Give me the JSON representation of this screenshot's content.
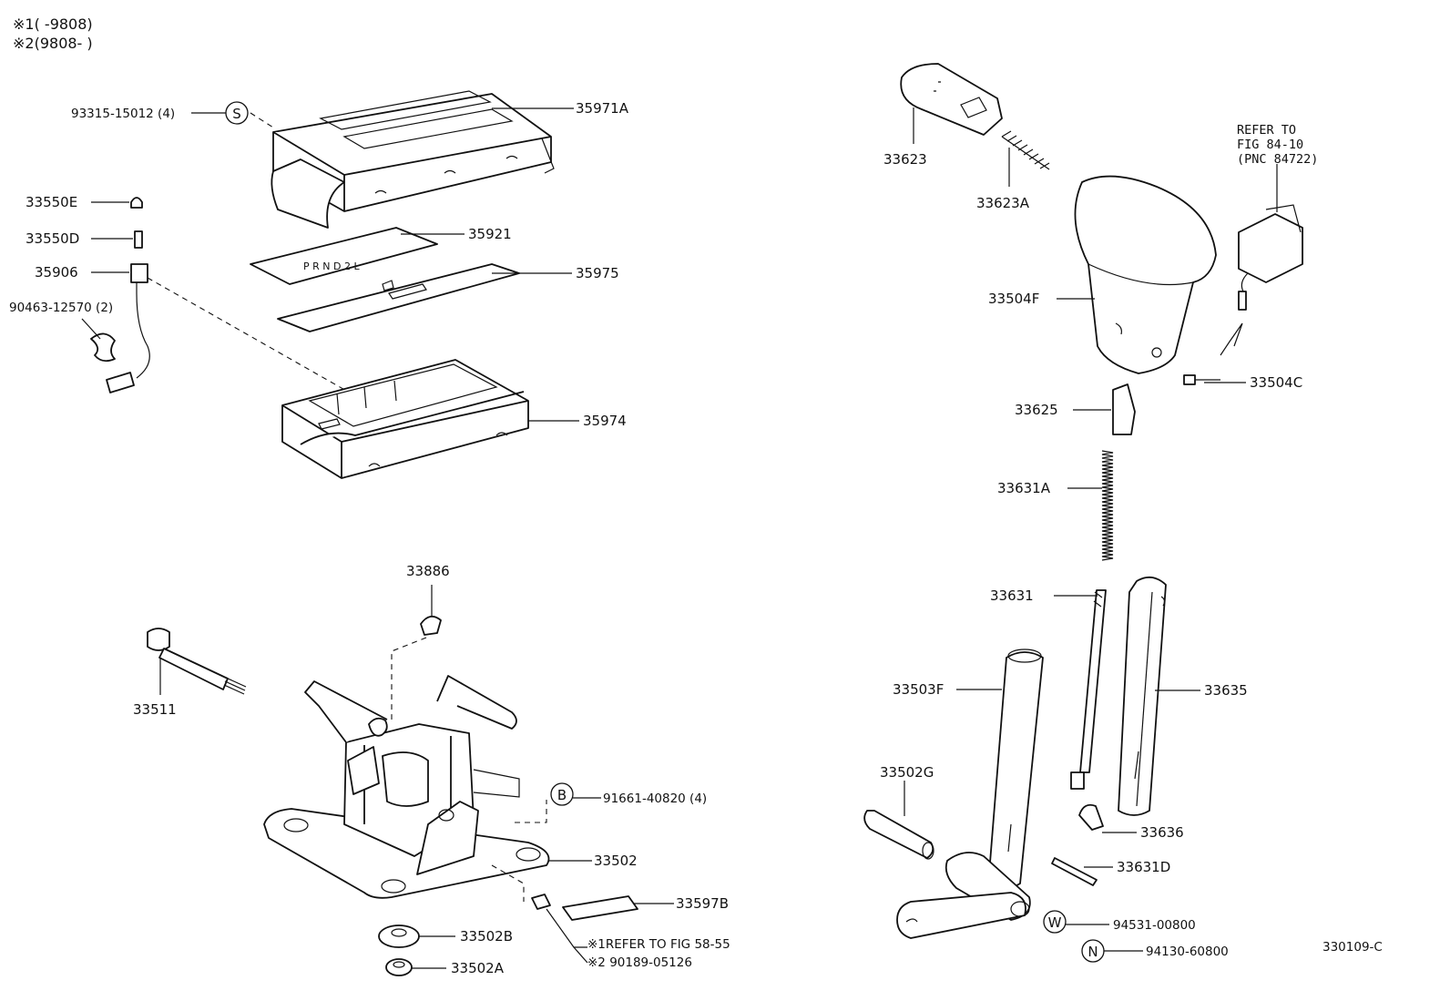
{
  "notes": {
    "note1": "※1(      -9808)",
    "note2": "※2(9808-      )"
  },
  "labels": {
    "l35971A": "35971A",
    "l93315": "93315-15012 (4)",
    "l33550E": "33550E",
    "l33550D": "33550D",
    "l35906": "35906",
    "l90463": "90463-12570 (2)",
    "l35921": "35921",
    "l35975": "35975",
    "l35974": "35974",
    "l33886": "33886",
    "l33511": "33511",
    "l91661": "91661-40820 (4)",
    "l33502": "33502",
    "l33597B": "33597B",
    "l33502B": "33502B",
    "l33502A": "33502A",
    "l90189_1": "※1REFER TO FIG 58-55",
    "l90189_2": "※2 90189-05126",
    "l33623": "33623",
    "l33623A": "33623A",
    "refer1": "REFER TO",
    "refer2": "FIG 84-10",
    "refer3": "(PNC 84722)",
    "l33504F": "33504F",
    "l33504C": "33504C",
    "l33625": "33625",
    "l33631A": "33631A",
    "l33631": "33631",
    "l33503F": "33503F",
    "l33635": "33635",
    "l33502G": "33502G",
    "l33636": "33636",
    "l33631D": "33631D",
    "l94531": "94531-00800",
    "l94130": "94130-60800",
    "figcode": "330109-C"
  },
  "symbols": {
    "s": "S",
    "b": "B",
    "w": "W",
    "n": "N"
  }
}
